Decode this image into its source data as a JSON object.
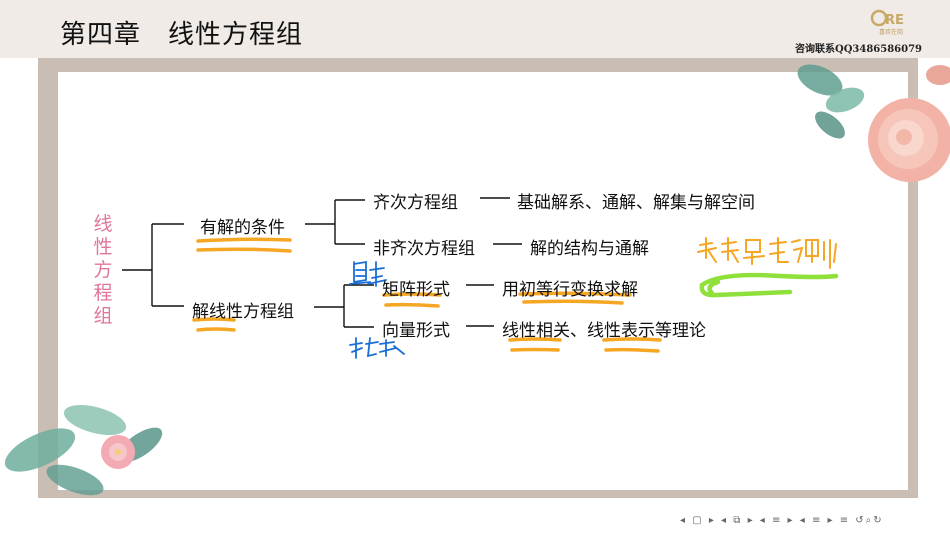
{
  "header": {
    "title": "第四章　线性方程组",
    "contact": "咨询联系QQ3486586079",
    "logo_text": "喜欢在岗"
  },
  "root": "线性方程组",
  "tree": {
    "branch1": "有解的条件",
    "branch1_children": [
      "齐次方程组",
      "非齐次方程组"
    ],
    "branch1_results": [
      "基础解系、通解、解集与解空间",
      "解的结构与通解"
    ],
    "branch2": "解线性方程组",
    "branch2_children": [
      "矩阵形式",
      "向量形式"
    ],
    "branch2_results": [
      "用初等行变换求解",
      "线性相关、线性表示等理论"
    ]
  },
  "annotations": {
    "above_matrix": "具体",
    "below_vector": "抽象",
    "right_note": "克拉默法则"
  },
  "colors": {
    "highlight": "#f5a623",
    "ink": "#1a6fd6",
    "green": "#8fe03a",
    "root": "#e0769a"
  },
  "nav_icons": [
    "prev-icon",
    "next-icon",
    "section-icon",
    "menu-icon",
    "zoom-icon"
  ]
}
